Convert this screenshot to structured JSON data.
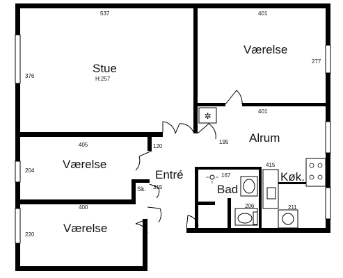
{
  "rooms": {
    "stue": {
      "name": "Stue",
      "height_note": "H:257",
      "width": "537",
      "depth": "376"
    },
    "vaerelse_top_right": {
      "name": "Værelse",
      "width": "401",
      "depth": "277"
    },
    "alrum": {
      "name": "Alrum",
      "width": "401",
      "depth": "195"
    },
    "vaerelse_mid": {
      "name": "Værelse",
      "width": "405",
      "depth": "204"
    },
    "entre": {
      "name": "Entré",
      "width": "120",
      "depth": "315"
    },
    "sk": {
      "name": "Sk."
    },
    "bad": {
      "name": "Bad",
      "width": "167",
      "depth": "206"
    },
    "kok": {
      "name": "Køk.",
      "width": "415",
      "depth": "211"
    },
    "vaerelse_bottom": {
      "name": "Værelse",
      "width": "400",
      "depth": "220"
    }
  },
  "icons": [
    "fan-icon",
    "shower-icon",
    "sink-icon",
    "toilet-icon",
    "stove-icon",
    "washing-machine-icon"
  ]
}
